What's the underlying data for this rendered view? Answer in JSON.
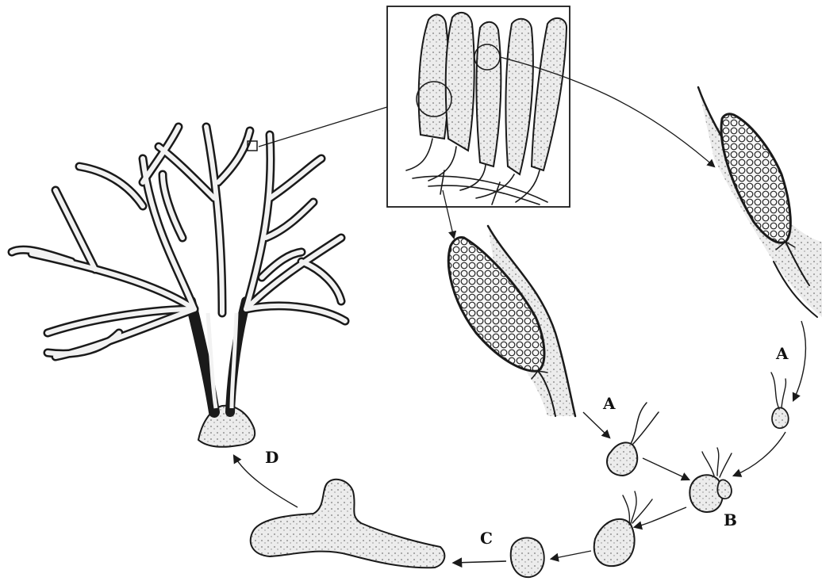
{
  "labels": {
    "a_left": "A",
    "a_right": "A",
    "b": "B",
    "c": "C",
    "d": "D"
  },
  "icons": {
    "thallus": "branched-seaweed-thallus",
    "inset": "inset-box-zoom",
    "sporangium_left": "sporangium-cell",
    "sporangium_right": "sporangium-cell",
    "zoospore": "flagellated-gamete",
    "zygote": "zygote-cell",
    "germling": "germling-filament"
  },
  "colors": {
    "ink": "#1a1a1a",
    "stipple": "#d0d0d0",
    "background": "#ffffff"
  }
}
